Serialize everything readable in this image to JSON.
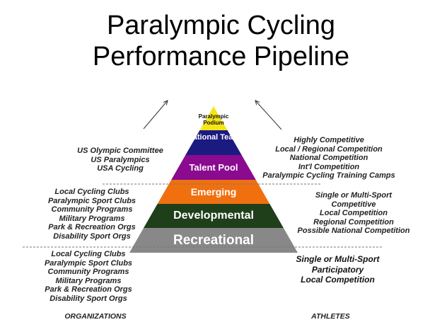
{
  "title": {
    "line1": "Paralympic Cycling",
    "line2": "Performance Pipeline"
  },
  "pyramid": [
    {
      "label": "Paralympic Podium",
      "color": "#f5e61a",
      "text_color": "#111111"
    },
    {
      "label": "National Team",
      "color": "#1a1a80",
      "text_color": "#ffffff"
    },
    {
      "label": "Talent Pool",
      "color": "#8a0a90",
      "text_color": "#ffffff"
    },
    {
      "label": "Emerging",
      "color": "#f07010",
      "text_color": "#ffffff"
    },
    {
      "label": "Developmental",
      "color": "#1f3f1a",
      "text_color": "#ffffff"
    },
    {
      "label": "Recreational",
      "color": "#888888",
      "text_color": "#ffffff"
    }
  ],
  "organizations": {
    "elite": [
      "US Olympic Committee",
      "US Paralympics",
      "USA Cycling"
    ],
    "developing": [
      "Local Cycling Clubs",
      "Paralympic Sport Clubs",
      "Community Programs",
      "Military Programs",
      "Park & Recreation Orgs",
      "Disability Sport Orgs"
    ],
    "recreational": [
      "Local Cycling Clubs",
      "Paralympic Sport Clubs",
      "Community Programs",
      "Military Programs",
      "Park & Recreation Orgs",
      "Disability Sport Orgs"
    ],
    "heading": "ORGANIZATIONS"
  },
  "athletes": {
    "elite": [
      "Highly Competitive",
      "Local / Regional Competition",
      "National Competition",
      "Int'l Competition",
      "Paralympic Cycling Training Camps"
    ],
    "developing": [
      "Single or Multi-Sport",
      "Competitive",
      "Local Competition",
      "Regional Competition",
      "Possible National Competition"
    ],
    "recreational": [
      "Single or Multi-Sport",
      "Participatory",
      "Local Competition"
    ],
    "heading": "ATHLETES"
  }
}
